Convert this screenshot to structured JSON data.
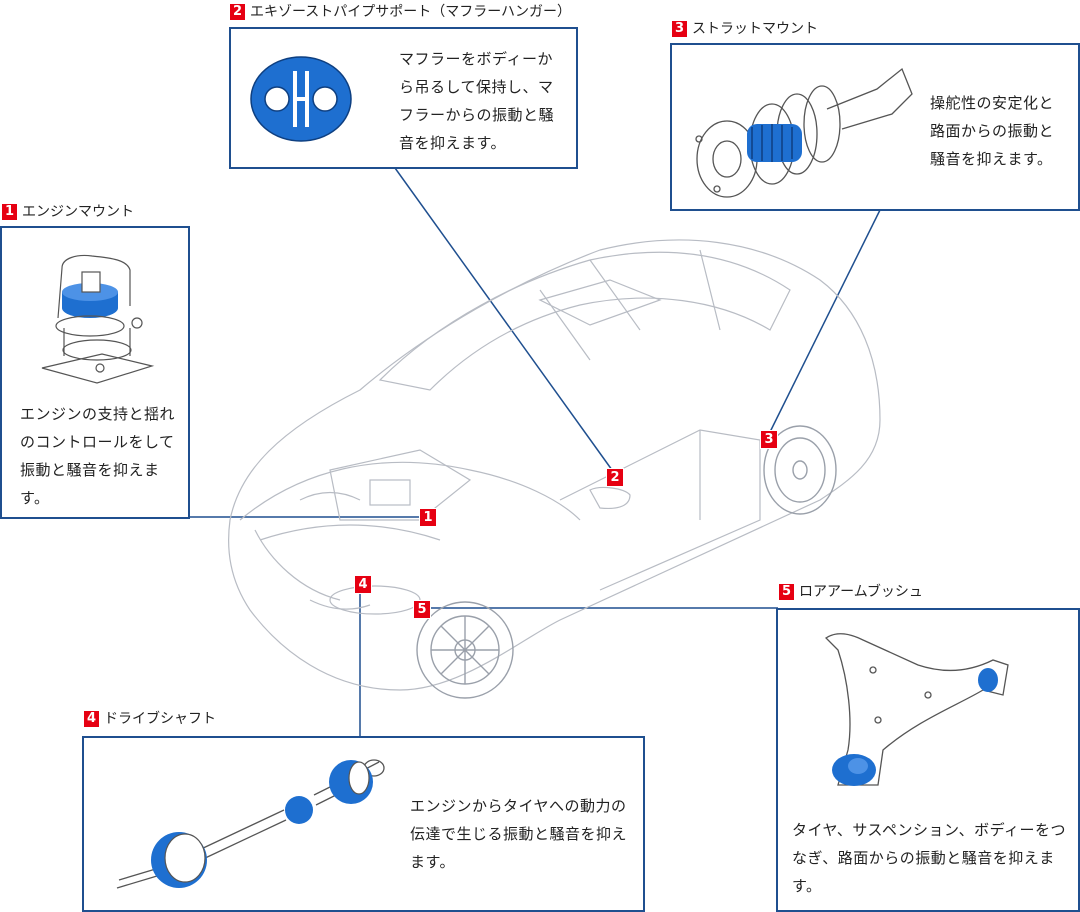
{
  "parts": [
    {
      "number": "1",
      "title": "エンジンマウント",
      "description": "エンジンの支持と揺れのコントロールをして振動と騒音を抑えます。"
    },
    {
      "number": "2",
      "title": "エキゾーストパイプサポート（マフラーハンガー）",
      "description": "マフラーをボディーから吊るして保持し、マフラーからの振動と騒音を抑えます。"
    },
    {
      "number": "3",
      "title": "ストラットマウント",
      "description": "操舵性の安定化と路面からの振動と騒音を抑えます。"
    },
    {
      "number": "4",
      "title": "ドライブシャフト",
      "description": "エンジンからタイヤへの動力の伝達で生じる振動と騒音を抑えます。"
    },
    {
      "number": "5",
      "title": "ロアアームブッシュ",
      "description": "タイヤ、サスペンション、ボディーをつなぎ、路面からの振動と騒音を抑えます。"
    }
  ],
  "colors": {
    "accent_red": "#e60012",
    "frame_blue": "#1f4f8f",
    "part_blue": "#1e6fd0"
  }
}
